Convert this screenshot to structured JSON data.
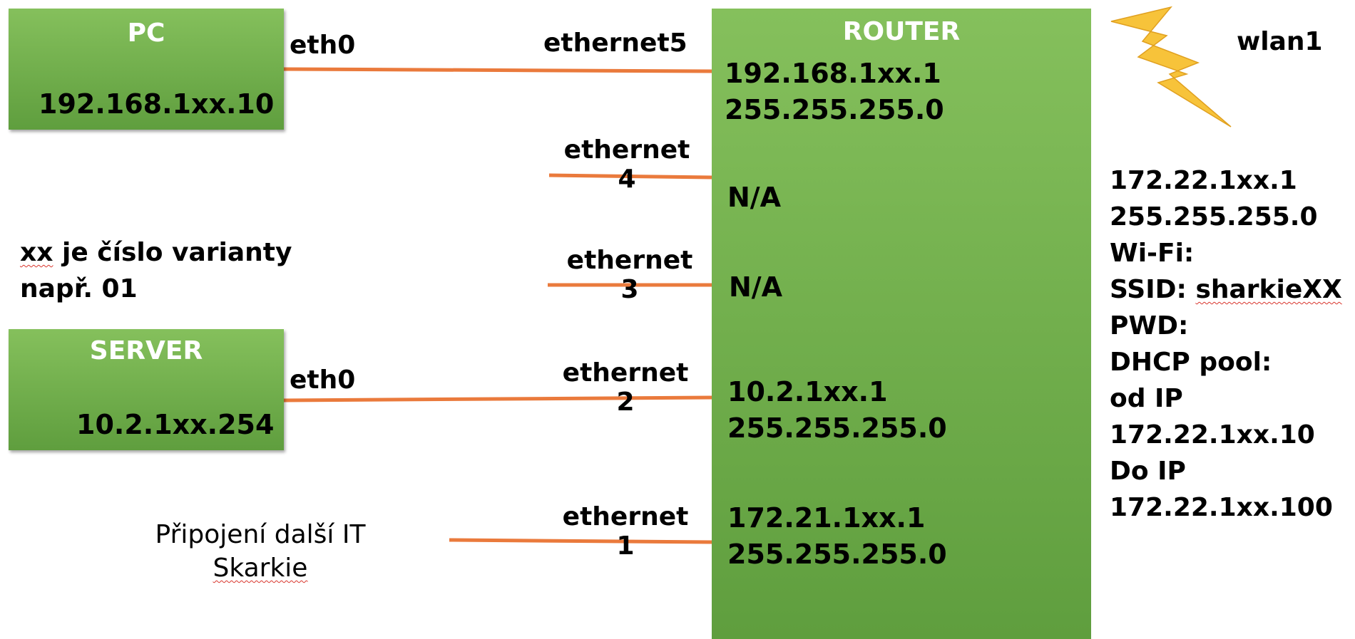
{
  "colors": {
    "box_green_top": "#85c05c",
    "box_green_bottom": "#5f9e3e",
    "cable": "#ea7a3c",
    "bolt": "#f7c33a",
    "spell_underline": "#d9342b"
  },
  "pc": {
    "title": "PC",
    "ip": "192.168.1xx.10",
    "port": "eth0"
  },
  "server": {
    "title": "SERVER",
    "ip": "10.2.1xx.254",
    "port": "eth0"
  },
  "router": {
    "title": "ROUTER",
    "ports": [
      {
        "label_line1": "ethernet5",
        "label_line2": "",
        "ip": "192.168.1xx.1",
        "mask": "255.255.255.0"
      },
      {
        "label_line1": "ethernet",
        "label_line2": "4",
        "ip": "N/A",
        "mask": ""
      },
      {
        "label_line1": "ethernet",
        "label_line2": "3",
        "ip": "N/A",
        "mask": ""
      },
      {
        "label_line1": "ethernet",
        "label_line2": "2",
        "ip": "10.2.1xx.1",
        "mask": "255.255.255.0"
      },
      {
        "label_line1": "ethernet",
        "label_line2": "1",
        "ip": "172.21.1xx.1",
        "mask": "255.255.255.0"
      }
    ]
  },
  "note": {
    "line1_word": "xx",
    "line1_rest": " je číslo varianty",
    "line2": "např. 01"
  },
  "uplink": {
    "line1": "Připojení další IT",
    "line2": "Skarkie"
  },
  "wlan": {
    "label": "wlan1",
    "icon": "lightning-bolt-icon",
    "ip": "172.22.1xx.1",
    "mask": "255.255.255.0",
    "wifi": "Wi-Fi:",
    "ssid_label": "SSID: ",
    "ssid_value": "sharkieXX",
    "pwd": "PWD:",
    "dhcp": "DHCP pool:",
    "from_label": "od IP",
    "from_ip": "172.22.1xx.10",
    "to_label": "Do IP",
    "to_ip": "172.22.1xx.100"
  }
}
